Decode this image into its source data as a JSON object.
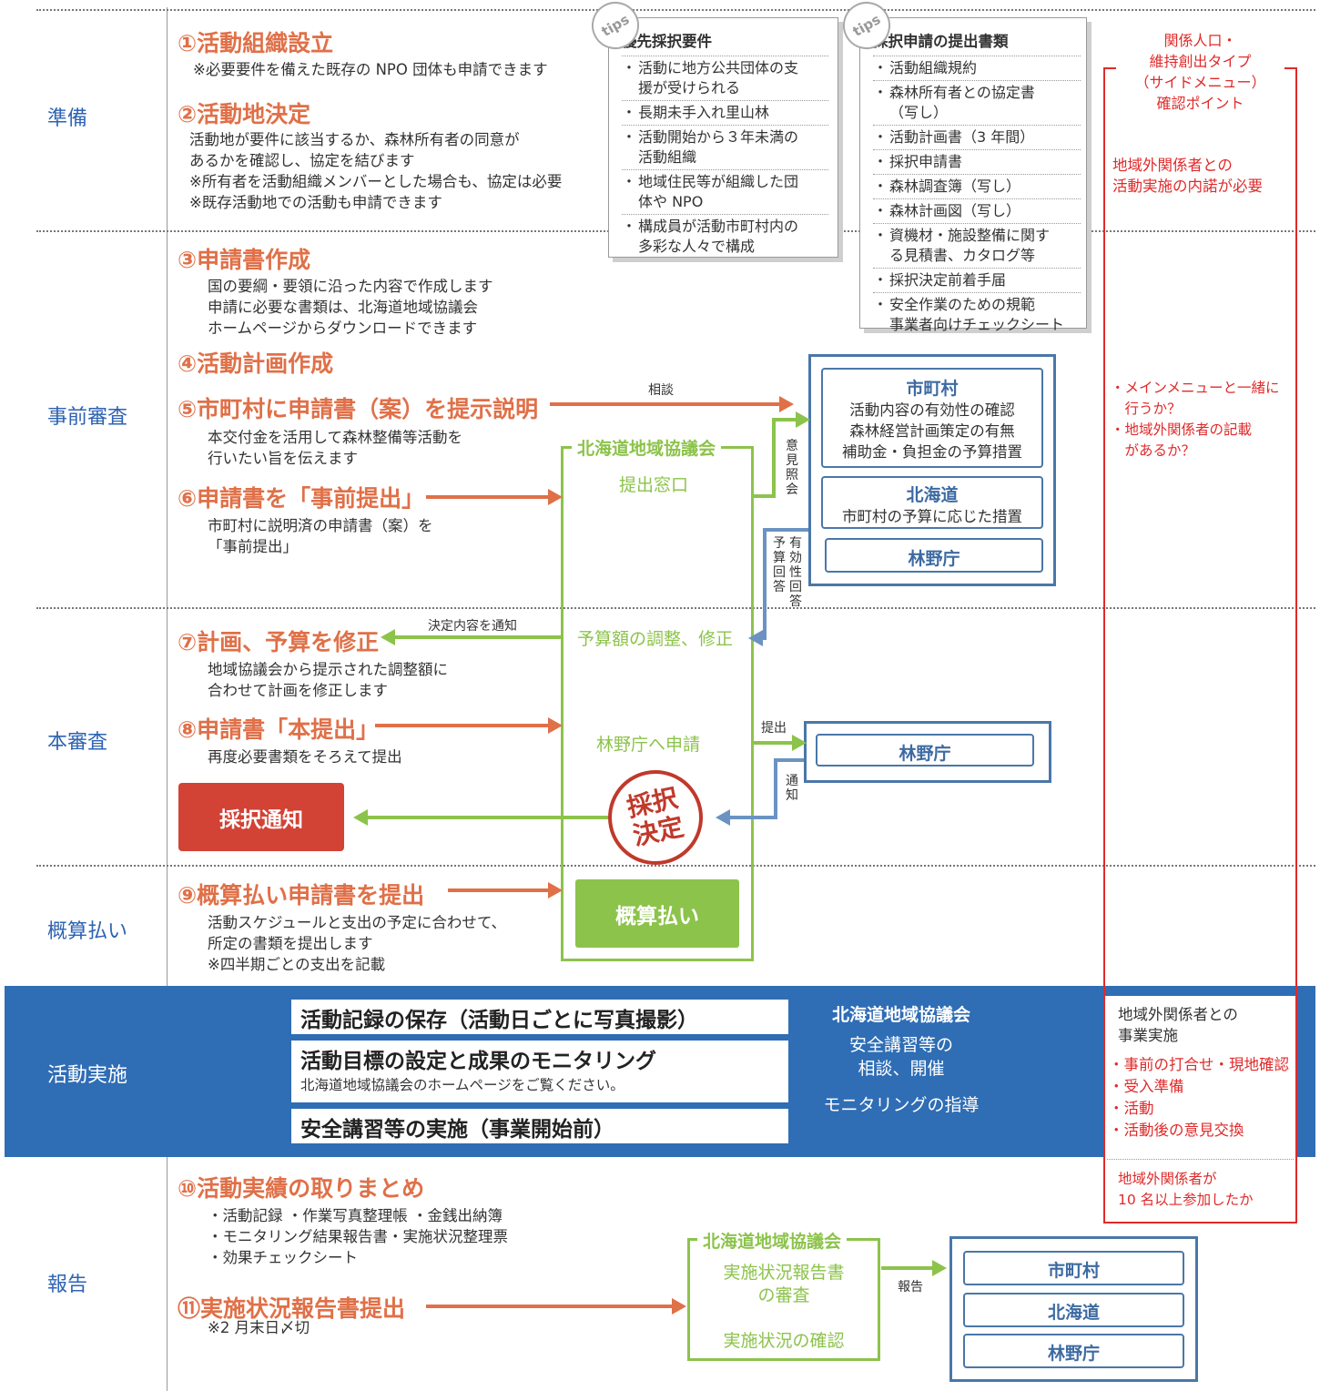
{
  "stages": {
    "prep": "準備",
    "pre_review": "事前審査",
    "main_review": "本審査",
    "advance": "概算払い",
    "activity": "活動実施",
    "report": "報告"
  },
  "steps": {
    "s1": {
      "title": "①活動組織設立",
      "body": "※必要要件を備えた既存の NPO 団体も申請できます"
    },
    "s2": {
      "title": "②活動地決定",
      "body": "活動地が要件に該当するか、森林所有者の同意が\nあるかを確認し、協定を結びます\n※所有者を活動組織メンバーとした場合も、協定は必要\n※既存活動地での活動も申請できます"
    },
    "s3": {
      "title": "③申請書作成",
      "body": "国の要綱・要領に沿った内容で作成します\n申請に必要な書類は、北海道地域協議会\nホームページからダウンロードできます"
    },
    "s4": {
      "title": "④活動計画作成"
    },
    "s5": {
      "title": "⑤市町村に申請書（案）を提示説明",
      "body": "本交付金を活用して森林整備等活動を\n行いたい旨を伝えます"
    },
    "s6": {
      "title": "⑥申請書を「事前提出」",
      "body": "市町村に説明済の申請書（案）を\n「事前提出」"
    },
    "s7": {
      "title": "⑦計画、予算を修正",
      "body": "地域協議会から提示された調整額に\n合わせて計画を修正します"
    },
    "s8": {
      "title": "⑧申請書「本提出」",
      "body": "再度必要書類をそろえて提出"
    },
    "s9": {
      "title": "⑨概算払い申請書を提出",
      "body": "活動スケジュールと支出の予定に合わせて、\n所定の書類を提出します\n※四半期ごとの支出を記載"
    },
    "s10": {
      "title": "⑩活動実績の取りまとめ",
      "body": "・活動記録 ・作業写真整理帳 ・金銭出納簿\n・モニタリング結果報告書・実施状況整理票\n・効果チェックシート"
    },
    "s11": {
      "title": "⑪実施状況報告書提出",
      "body": "※2 月末日〆切"
    }
  },
  "tips_badge": "tips",
  "tips1": {
    "title": "優先採択要件",
    "items": [
      "活動に地方公共団体の支\n援が受けられる",
      "長期未手入れ里山林",
      "活動開始から３年未満の\n活動組織",
      "地域住民等が組織した団\n体や NPO",
      "構成員が活動市町村内の\n多彩な人々で構成"
    ]
  },
  "tips2": {
    "title": "採択申請の提出書類",
    "items": [
      "活動組織規約",
      "森林所有者との協定書\n（写し）",
      "活動計画書（3 年間）",
      "採択申請書",
      "森林調査簿（写し）",
      "森林計画図（写し）",
      "資機材・施設整備に関す\nる見積書、カタログ等",
      "採択決定前着手届",
      "安全作業のための規範\n事業者向けチェックシート"
    ]
  },
  "council": {
    "name": "北海道地域協議会",
    "window": "提出窓口",
    "adjust": "予算額の調整、修正",
    "apply": "林野庁へ申請",
    "stamp1": "採択",
    "stamp2": "決定",
    "advance_btn": "概算払い"
  },
  "adoption_notice": "採択通知",
  "arrows": {
    "consult": "相談",
    "inquiry": "意見照会",
    "validity_answer": "有効性回答",
    "budget_answer": "予算回答",
    "notify_decision": "決定内容を通知",
    "submit": "提出",
    "notify": "通知",
    "report": "報告"
  },
  "muni_box": {
    "muni_title": "市町村",
    "muni_body": "活動内容の有効性の確認\n森林経営計画策定の有無\n補助金・負担金の予算措置",
    "hokkaido_title": "北海道",
    "hokkaido_body": "市町村の予算に応じた措置",
    "forestry": "林野庁"
  },
  "forestry_agency": "林野庁",
  "activity": {
    "item1": "活動記録の保存（活動日ごとに写真撮影）",
    "item2": "活動目標の設定と成果のモニタリング",
    "item2_sub": "北海道地域協議会のホームページをご覧ください。",
    "item3": "安全講習等の実施（事業開始前）",
    "council_name": "北海道地域協議会",
    "council_line1": "安全講習等の\n相談、開催",
    "council_line2": "モニタリングの指導"
  },
  "report_council": {
    "name": "北海道地域協議会",
    "line1": "実施状況報告書\nの審査",
    "line2": "実施状況の確認"
  },
  "report_targets": [
    "市町村",
    "北海道",
    "林野庁"
  ],
  "side": {
    "title": "関係人口・\n維持創出タイプ\n（サイドメニュー）\n確認ポイント",
    "p1": "地域外関係者との\n活動実施の内諾が必要",
    "p2": "・メインメニューと一緒に\n　行うか？\n・地域外関係者の記載\n　があるか？",
    "p3": "地域外関係者との\n事業実施",
    "p3_items": "・事前の打合せ・現地確認\n・受入準備\n・活動\n・活動後の意見交換",
    "p4": "地域外関係者が\n10 名以上参加したか"
  },
  "colors": {
    "stage_blue": "#2e63b3",
    "step_orange": "#e07048",
    "green": "#8cc34b",
    "frame_blue": "#4a77a8",
    "red": "#e02a2a",
    "band_blue": "#2f6db5"
  }
}
